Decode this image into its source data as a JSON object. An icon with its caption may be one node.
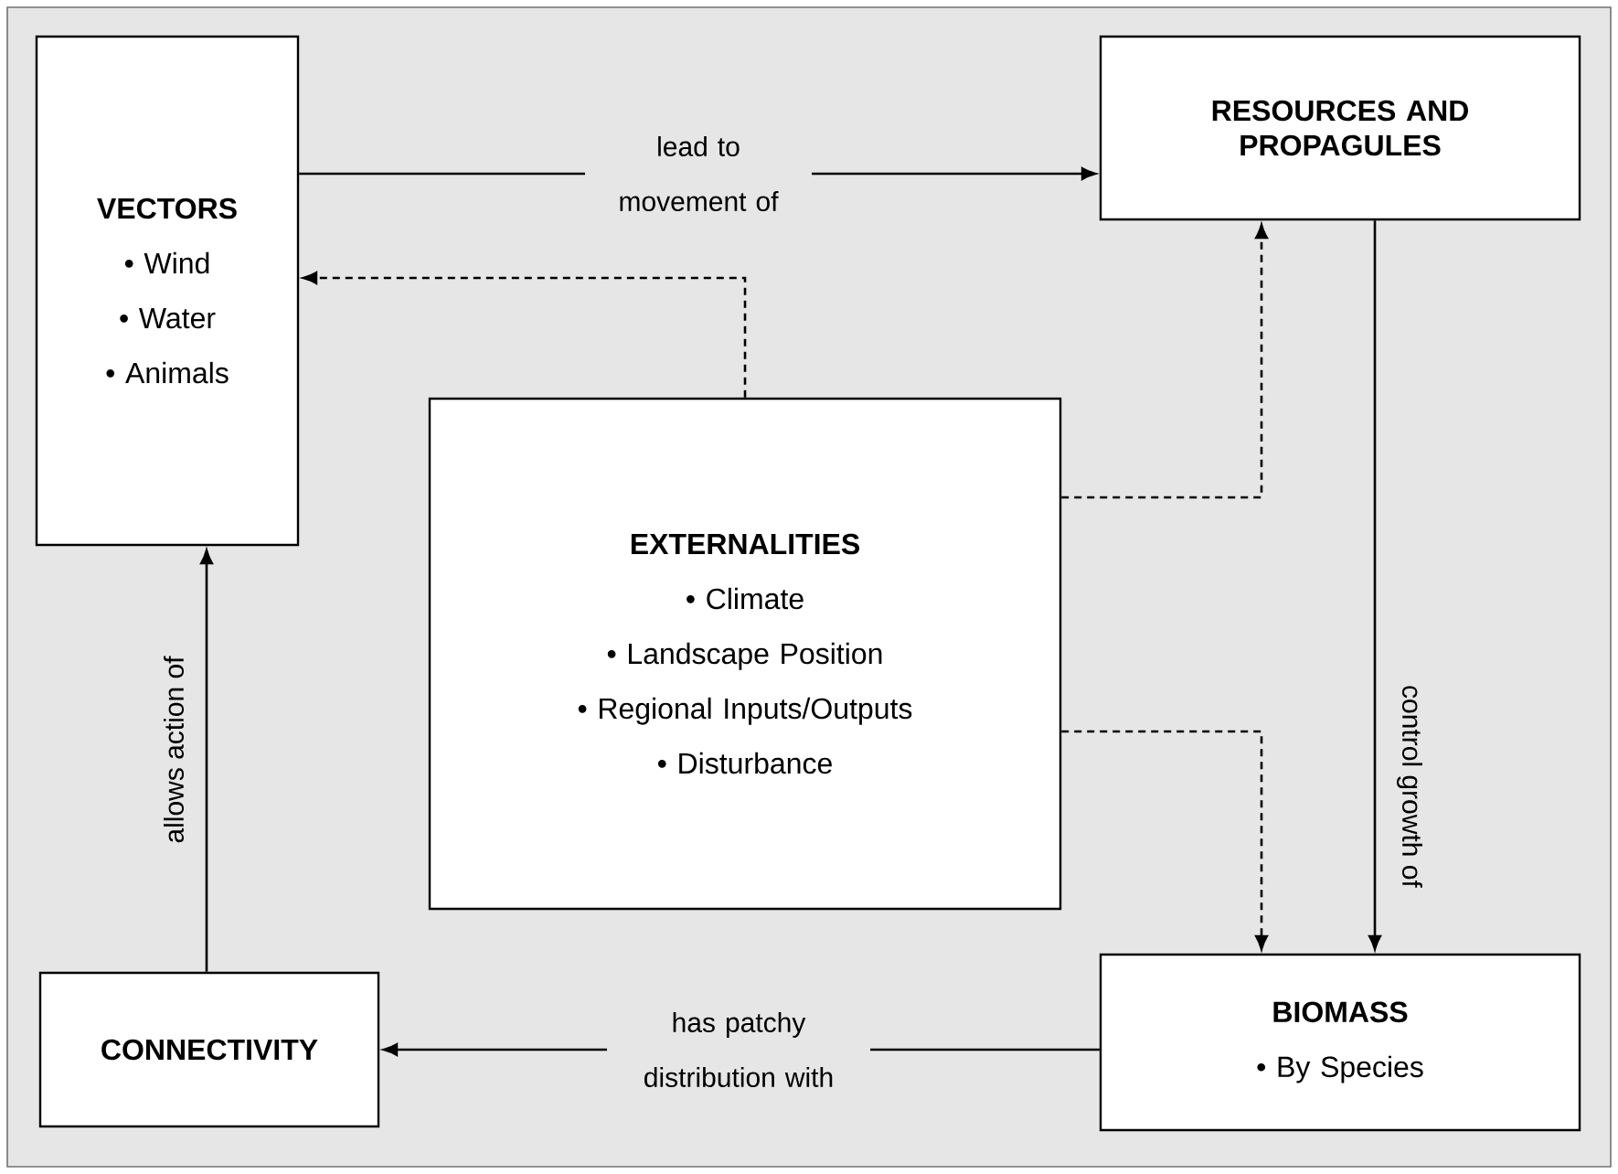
{
  "diagram": {
    "nodes": [
      {
        "text": [
          "VECTORS",
          "• Wind",
          "• Water",
          "• Animals"
        ]
      },
      {
        "text": [
          "RESOURCES AND PROPAGULES"
        ]
      },
      {
        "text": [
          "EXTERNALITIES",
          "• Climate",
          "• Landscape Position",
          "• Regional Inputs/Outputs",
          "• Disturbance"
        ]
      },
      {
        "text": [
          "BIOMASS",
          "• By Species"
        ]
      },
      {
        "text": [
          "CONNECTIVITY"
        ]
      }
    ],
    "edges": [
      {
        "from": 0,
        "to": 1,
        "arrow": "to",
        "label": "lead to movement of"
      },
      {
        "from": 2,
        "to": 0,
        "arrow": "to",
        "style": "dashed"
      },
      {
        "from": 2,
        "to": 1,
        "arrow": "to",
        "style": "dashed"
      },
      {
        "from": 2,
        "to": 3,
        "arrow": "to",
        "style": "dashed"
      },
      {
        "from": 1,
        "to": 3,
        "arrow": "to",
        "label": "control growth of"
      },
      {
        "from": 3,
        "to": 4,
        "arrow": "to",
        "label": "has patchy distribution with"
      },
      {
        "from": 4,
        "to": 0,
        "arrow": "to",
        "label": "allows action of"
      }
    ]
  }
}
